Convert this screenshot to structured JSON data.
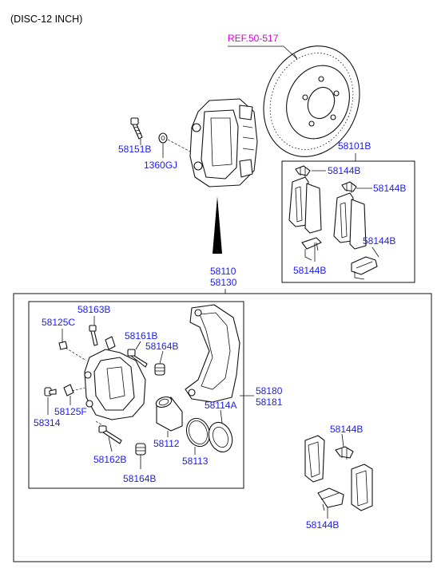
{
  "header": {
    "title": "(DISC-12 INCH)"
  },
  "reference": {
    "label": "REF.50-517"
  },
  "colors": {
    "part_label": "#1a1aff",
    "reference_label": "#d100d1",
    "line": "#111111"
  },
  "labels": {
    "p58151B": "58151B",
    "p1360GJ": "1360GJ",
    "p58101B": "58101B",
    "p58144B_a": "58144B",
    "p58144B_b": "58144B",
    "p58144B_c": "58144B",
    "p58144B_d": "58144B",
    "p58110": "58110",
    "p58130": "58130",
    "p58163B": "58163B",
    "p58125C": "58125C",
    "p58161B": "58161B",
    "p58164B_a": "58164B",
    "p58180": "58180",
    "p58181": "58181",
    "p58125F": "58125F",
    "p58314": "58314",
    "p58114A": "58114A",
    "p58112": "58112",
    "p58113": "58113",
    "p58162B": "58162B",
    "p58164B_b": "58164B",
    "p58144B_e": "58144B",
    "p58144B_f": "58144B"
  }
}
